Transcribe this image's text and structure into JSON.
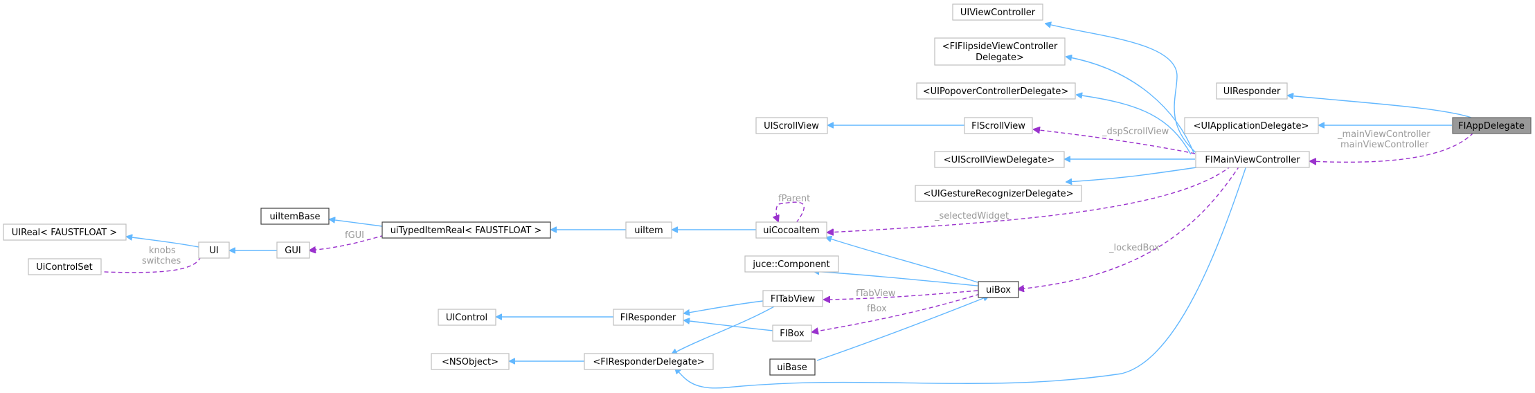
{
  "nodes": [
    {
      "id": "UIViewController",
      "lines": [
        "UIViewController"
      ]
    },
    {
      "id": "FIFlipsideViewControllerDelegate",
      "lines": [
        "<FIFlipsideViewController",
        "Delegate>"
      ]
    },
    {
      "id": "UIPopoverControllerDelegate",
      "lines": [
        "<UIPopoverControllerDelegate>"
      ]
    },
    {
      "id": "UIScrollView",
      "lines": [
        "UIScrollView"
      ]
    },
    {
      "id": "FIScrollView",
      "lines": [
        "FIScrollView"
      ]
    },
    {
      "id": "UIScrollViewDelegate",
      "lines": [
        "<UIScrollViewDelegate>"
      ]
    },
    {
      "id": "UIGestureRecognizerDelegate",
      "lines": [
        "<UIGestureRecognizerDelegate>"
      ]
    },
    {
      "id": "UIResponder",
      "lines": [
        "UIResponder"
      ]
    },
    {
      "id": "UIApplicationDelegate",
      "lines": [
        "<UIApplicationDelegate>"
      ]
    },
    {
      "id": "FIAppDelegate",
      "lines": [
        "FIAppDelegate"
      ]
    },
    {
      "id": "FIMainViewController",
      "lines": [
        "FIMainViewController"
      ]
    },
    {
      "id": "uiItemBase",
      "lines": [
        "uiItemBase"
      ]
    },
    {
      "id": "uiTypedItemReal",
      "lines": [
        "uiTypedItemReal< FAUSTFLOAT >"
      ]
    },
    {
      "id": "uiItem",
      "lines": [
        "uiItem"
      ]
    },
    {
      "id": "uiCocoaItem",
      "lines": [
        "uiCocoaItem"
      ]
    },
    {
      "id": "UIReal",
      "lines": [
        "UIReal< FAUSTFLOAT >"
      ]
    },
    {
      "id": "UI",
      "lines": [
        "UI"
      ]
    },
    {
      "id": "GUI",
      "lines": [
        "GUI"
      ]
    },
    {
      "id": "UiControlSet",
      "lines": [
        "UiControlSet"
      ]
    },
    {
      "id": "juceComponent",
      "lines": [
        "juce::Component"
      ]
    },
    {
      "id": "uiBox",
      "lines": [
        "uiBox"
      ]
    },
    {
      "id": "UIControl",
      "lines": [
        "UIControl"
      ]
    },
    {
      "id": "FIResponder",
      "lines": [
        "FIResponder"
      ]
    },
    {
      "id": "FITabView",
      "lines": [
        "FITabView"
      ]
    },
    {
      "id": "FIBox",
      "lines": [
        "FIBox"
      ]
    },
    {
      "id": "NSObject",
      "lines": [
        "<NSObject>"
      ]
    },
    {
      "id": "FIResponderDelegate",
      "lines": [
        "<FIResponderDelegate>"
      ]
    },
    {
      "id": "uiBase",
      "lines": [
        "uiBase"
      ]
    }
  ],
  "edge_labels": {
    "mainViewController_1": "_mainViewController",
    "mainViewController_2": "mainViewController",
    "dspScrollView": "_dspScrollView",
    "selectedWidget": "_selectedWidget",
    "lockedBox": "_lockedBox",
    "fParent": "fParent",
    "fGUI": "fGUI",
    "knobs": "knobs",
    "switches": "switches",
    "fTabView": "fTabView",
    "fBox": "fBox"
  }
}
